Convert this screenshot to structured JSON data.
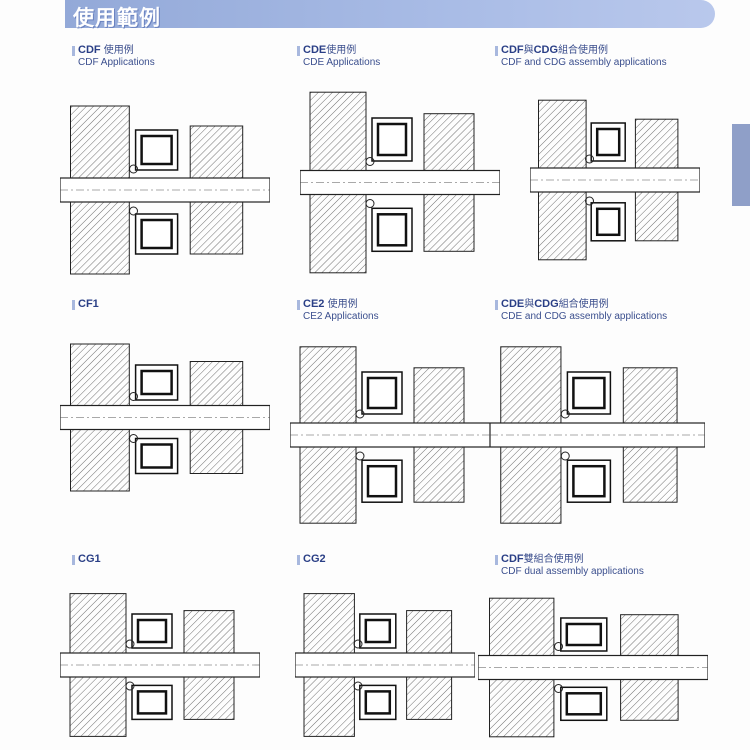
{
  "header": {
    "title": "使用範例"
  },
  "figures": [
    {
      "code": "CDF",
      "cn": " 使用例",
      "en": "CDF Applications"
    },
    {
      "code": "CDE",
      "cn": "使用例",
      "en": "CDE Applications"
    },
    {
      "code": "CDF",
      "cn": "與",
      "code2": "CDG",
      "cn2": "組合使用例",
      "en": "CDF and CDG assembly applications"
    },
    {
      "code": "CF1",
      "cn": "",
      "en": ""
    },
    {
      "code": "CE2",
      "cn": " 使用例",
      "en": "CE2 Applications"
    },
    {
      "code": "CDE",
      "cn": "與",
      "code2": "CDG",
      "cn2": "組合使用例",
      "en": "CDE and CDG assembly applications"
    },
    {
      "code": "CG1",
      "cn": "",
      "en": ""
    },
    {
      "code": "CG2",
      "cn": "",
      "en": ""
    },
    {
      "code": "CDF",
      "cn": "雙組合使用例",
      "en": "CDF dual assembly applications"
    }
  ],
  "colors": {
    "header": "#a4b7e3",
    "caption": "#2a3f86",
    "side_tab": "#8f9fc8"
  }
}
